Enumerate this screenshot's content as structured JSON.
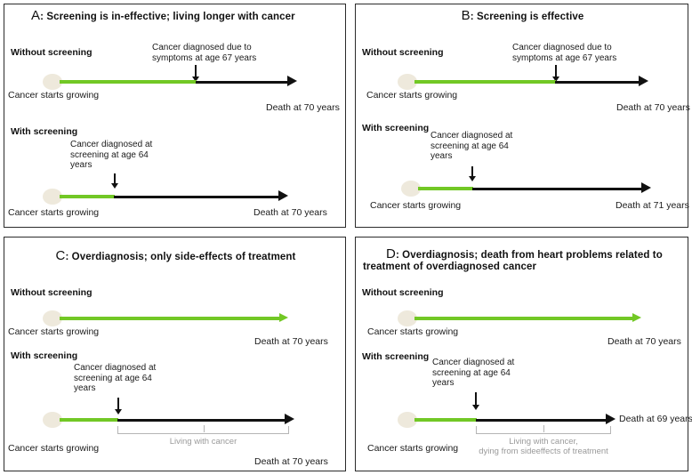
{
  "figure": {
    "type": "diagram",
    "topic": "Cancer screening scenarios timelines",
    "colors": {
      "green": "#72c825",
      "black": "#111111",
      "bracket_gray": "#b5b5b5",
      "blob": "#eee9dc"
    }
  },
  "common": {
    "without_screening": "Without screening",
    "with_screening": "With screening",
    "cancer_starts": "Cancer starts growing"
  },
  "panels": [
    {
      "id": "A",
      "letter": "A",
      "title": ": Screening is in-effective;  living longer with cancer",
      "rows": [
        {
          "row_label": "Without screening",
          "start_label": "Cancer starts growing",
          "note": "Cancer diagnosed due to\nsymptoms at age 67 years",
          "end_label": "Death at 70 years",
          "arrow_color": "black",
          "bracket_label": ""
        },
        {
          "row_label": "With screening",
          "start_label": "Cancer starts growing",
          "note": "Cancer diagnosed at\nscreening at age 64\nyears",
          "end_label": "Death at 70 years",
          "arrow_color": "black",
          "bracket_label": ""
        }
      ]
    },
    {
      "id": "B",
      "letter": "B",
      "title": ": Screening is effective",
      "rows": [
        {
          "row_label": "Without screening",
          "start_label": "Cancer starts growing",
          "note": "Cancer diagnosed due to\nsymptoms at age 67 years",
          "end_label": "Death at 70 years",
          "arrow_color": "black",
          "bracket_label": ""
        },
        {
          "row_label": "With screening",
          "start_label": "Cancer starts growing",
          "note": "Cancer diagnosed at\nscreening at age 64\nyears",
          "end_label": "Death at 71 years",
          "arrow_color": "black",
          "bracket_label": ""
        }
      ]
    },
    {
      "id": "C",
      "letter": "C",
      "title": ": Overdiagnosis;  only side-effects of treatment",
      "rows": [
        {
          "row_label": "Without screening",
          "start_label": "Cancer starts growing",
          "note": "",
          "end_label": "Death at 70 years",
          "arrow_color": "green",
          "bracket_label": ""
        },
        {
          "row_label": "With screening",
          "start_label": "Cancer starts growing",
          "note": "Cancer diagnosed at\nscreening at age 64\nyears",
          "end_label": "Death at 70 years",
          "arrow_color": "black",
          "bracket_label": "Living with cancer"
        }
      ]
    },
    {
      "id": "D",
      "letter": "D",
      "title": ": Overdiagnosis;  death from heart problems related to treatment of overdiagnosed cancer",
      "rows": [
        {
          "row_label": "Without screening",
          "start_label": "Cancer starts growing",
          "note": "",
          "end_label": "Death at 70 years",
          "arrow_color": "green",
          "bracket_label": ""
        },
        {
          "row_label": "With screening",
          "start_label": "Cancer starts growing",
          "note": "Cancer diagnosed at\nscreening at age 64\nyears",
          "end_label": "Death at 69 years",
          "arrow_color": "black",
          "bracket_label": "Living with cancer,\ndying from sideeffects of treatment"
        }
      ]
    }
  ]
}
